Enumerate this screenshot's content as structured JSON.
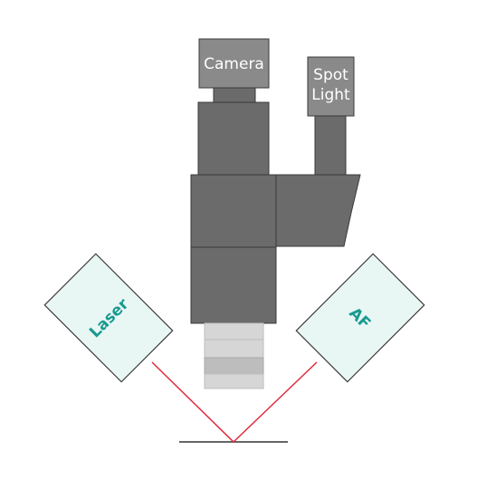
{
  "labels": {
    "camera": "Camera",
    "spot_light_line1": "Spot",
    "spot_light_line2": "Light",
    "laser": "Laser",
    "af": "AF"
  },
  "colors": {
    "body_dark": "#6b6b6b",
    "body_mid": "#8a8a8a",
    "body_light": "#bdbdbd",
    "lens_light": "#d6d6d6",
    "outline": "#3a3a3a",
    "box_fill": "#e8f6f4",
    "box_text": "#1a9a90",
    "beam": "#e02a3a",
    "surface": "#333333"
  }
}
